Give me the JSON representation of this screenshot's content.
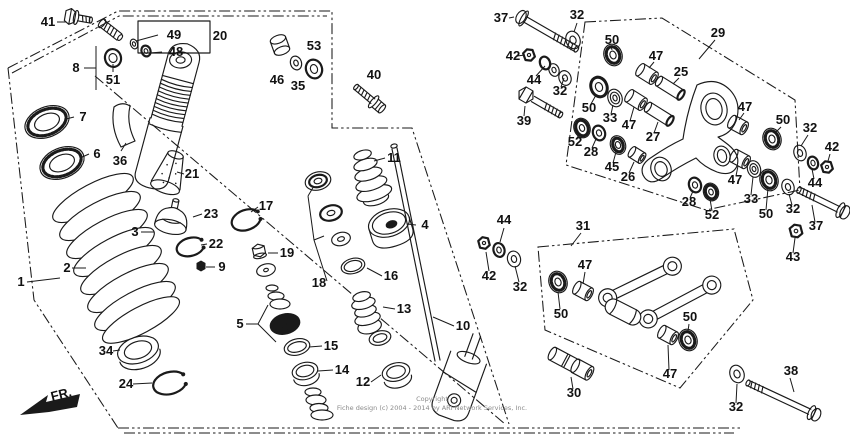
{
  "colors": {
    "line": "#1a1a1a",
    "background": "#ffffff",
    "copyright_text": "#8a8a8a"
  },
  "fr_indicator": {
    "label": "FR."
  },
  "copyright": {
    "line1": "Copyright",
    "line2": "Fiche design (c) 2004 - 2014 by ARI Network Services, Inc."
  },
  "callouts": [
    {
      "label": "41"
    },
    {
      "label": "8"
    },
    {
      "label": "51"
    },
    {
      "label": "49"
    },
    {
      "label": "48"
    },
    {
      "label": "20"
    },
    {
      "label": "7"
    },
    {
      "label": "6"
    },
    {
      "label": "36"
    },
    {
      "label": "46"
    },
    {
      "label": "35"
    },
    {
      "label": "53"
    },
    {
      "label": "40"
    },
    {
      "label": "21"
    },
    {
      "label": "23"
    },
    {
      "label": "3"
    },
    {
      "label": "22"
    },
    {
      "label": "9"
    },
    {
      "label": "17"
    },
    {
      "label": "19"
    },
    {
      "label": "2"
    },
    {
      "label": "1"
    },
    {
      "label": "11"
    },
    {
      "label": "4"
    },
    {
      "label": "18"
    },
    {
      "label": "16"
    },
    {
      "label": "13"
    },
    {
      "label": "5"
    },
    {
      "label": "15"
    },
    {
      "label": "14"
    },
    {
      "label": "12"
    },
    {
      "label": "10"
    },
    {
      "label": "34"
    },
    {
      "label": "24"
    },
    {
      "label": "44"
    },
    {
      "label": "42"
    },
    {
      "label": "32"
    },
    {
      "label": "37"
    },
    {
      "label": "32"
    },
    {
      "label": "42"
    },
    {
      "label": "44"
    },
    {
      "label": "32"
    },
    {
      "label": "39"
    },
    {
      "label": "29"
    },
    {
      "label": "50"
    },
    {
      "label": "47"
    },
    {
      "label": "25"
    },
    {
      "label": "50"
    },
    {
      "label": "33"
    },
    {
      "label": "47"
    },
    {
      "label": "27"
    },
    {
      "label": "52"
    },
    {
      "label": "28"
    },
    {
      "label": "45"
    },
    {
      "label": "26"
    },
    {
      "label": "28"
    },
    {
      "label": "52"
    },
    {
      "label": "47"
    },
    {
      "label": "33"
    },
    {
      "label": "50"
    },
    {
      "label": "32"
    },
    {
      "label": "37"
    },
    {
      "label": "43"
    },
    {
      "label": "47"
    },
    {
      "label": "50"
    },
    {
      "label": "32"
    },
    {
      "label": "42"
    },
    {
      "label": "44"
    },
    {
      "label": "31"
    },
    {
      "label": "47"
    },
    {
      "label": "50"
    },
    {
      "label": "50"
    },
    {
      "label": "47"
    },
    {
      "label": "30"
    },
    {
      "label": "38"
    },
    {
      "label": "32"
    }
  ]
}
